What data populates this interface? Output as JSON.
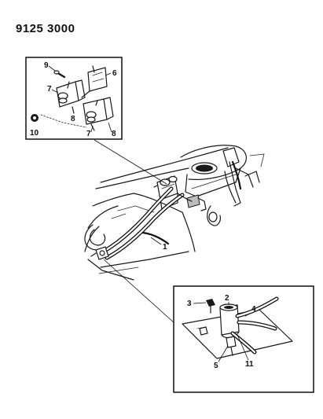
{
  "header": {
    "code": "9125 3000"
  },
  "callouts": {
    "c1": "1",
    "c2": "2",
    "c3": "3",
    "c4": "4",
    "c5": "5",
    "c6": "6",
    "c7a": "7",
    "c7b": "7",
    "c8a": "8",
    "c8b": "8",
    "c9": "9",
    "c10": "10",
    "c11": "11"
  }
}
